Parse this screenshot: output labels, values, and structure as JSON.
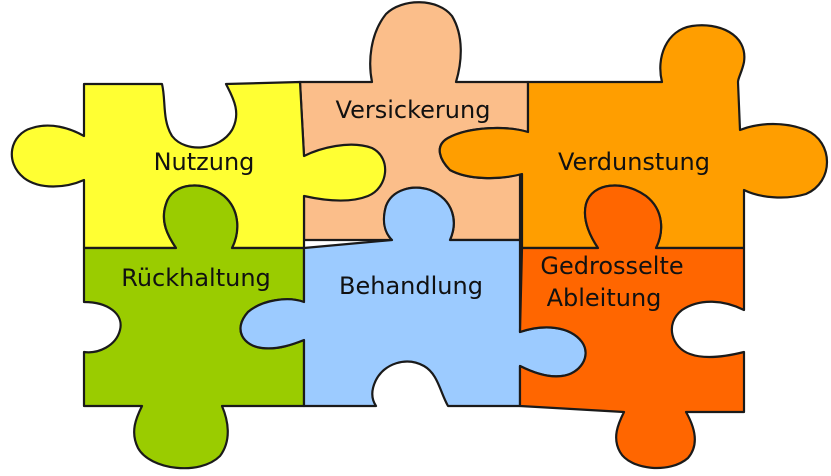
{
  "pieces": [
    {
      "id": "nutzung",
      "label": "Nutzung",
      "color": "#ffff33"
    },
    {
      "id": "versickerung",
      "label": "Versickerung",
      "color": "#fbbe8a"
    },
    {
      "id": "verdunstung",
      "label": "Verdunstung",
      "color": "#ff9e00"
    },
    {
      "id": "rueckhaltung",
      "label": "Rückhaltung",
      "color": "#9acc00"
    },
    {
      "id": "behandlung",
      "label": "Behandlung",
      "color": "#9ccbff"
    },
    {
      "id": "gedrosselte",
      "label_line1": "Gedrosselte",
      "label_line2": "Ableitung",
      "color": "#ff6600"
    }
  ],
  "outline_color": "#1a1a1a"
}
